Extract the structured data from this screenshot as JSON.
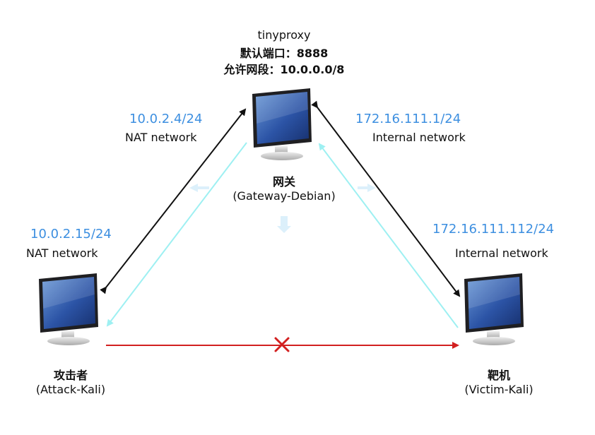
{
  "proxy": {
    "name": "tinyproxy",
    "port_line": "默认端口：8888",
    "allow_line": "允许网段：10.0.0.0/8"
  },
  "gateway": {
    "title": "网关",
    "subtitle": "(Gateway-Debian)",
    "left_ip": "10.0.2.4/24",
    "left_net": "NAT network",
    "right_ip": "172.16.111.1/24",
    "right_net": "Internal network"
  },
  "attacker": {
    "title": "攻击者",
    "subtitle": "(Attack-Kali)",
    "ip": "10.0.2.15/24",
    "net": "NAT network"
  },
  "victim": {
    "title": "靶机",
    "subtitle": "(Victim-Kali)",
    "ip": "172.16.111.112/24",
    "net": "Internal network"
  },
  "colors": {
    "ip_text": "#3d8fe0",
    "black_link": "#111111",
    "cyan_link": "#9ef0f2",
    "blocked_link": "#d22020",
    "monitor_bezel": "#1f1f22",
    "monitor_screen": "#1f3f8a",
    "monitor_stand": "#c9c9c9"
  },
  "icons": {
    "computer": "monitor-icon",
    "blocked": "cross-icon",
    "flow": "faint-arrow-icon"
  }
}
